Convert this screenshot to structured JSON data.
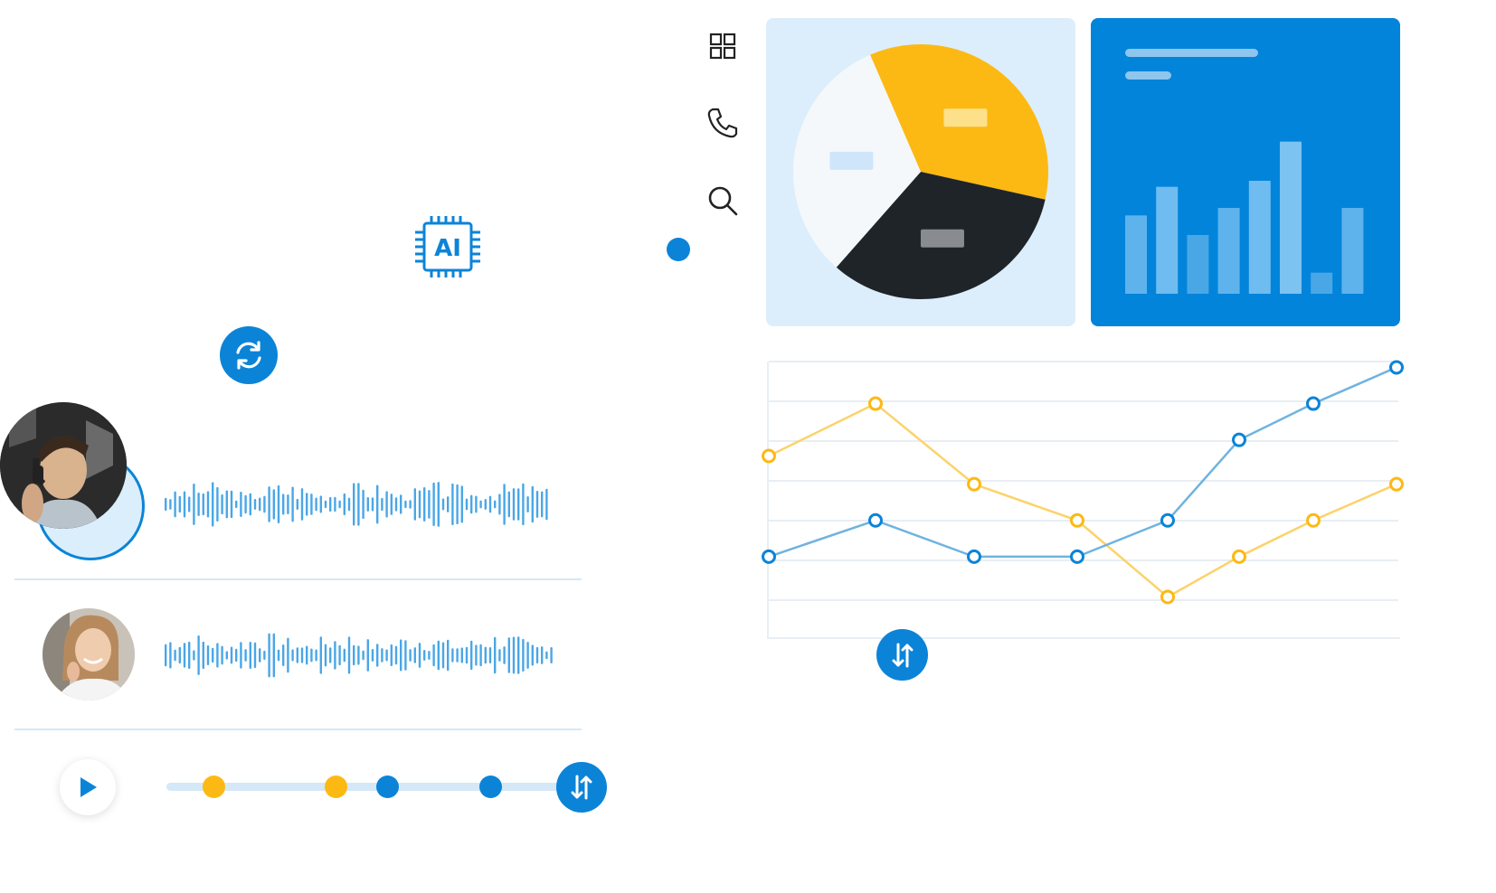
{
  "ai_chip": {
    "label": "AI"
  },
  "colors": {
    "accent": "#0b84d8",
    "yellow": "#fdb913",
    "dark": "#1f2428",
    "wave": "#4aa6e6",
    "light_blue": "#dceefb"
  },
  "icons": {
    "grid": "grid-icon",
    "phone": "phone-icon",
    "search": "search-icon",
    "refresh": "refresh-icon",
    "swap": "swap-arrows-icon",
    "play": "play-icon"
  },
  "chart_data": [
    {
      "type": "pie",
      "values": [
        35,
        33,
        32
      ],
      "colors": [
        "#fdb913",
        "#1f2428",
        "#f4f8fb"
      ]
    },
    {
      "type": "bar",
      "values": [
        5.2,
        7.1,
        3.9,
        5.7,
        7.5,
        10.1,
        1.4,
        5.7
      ],
      "ylim": [
        0,
        12
      ]
    },
    {
      "type": "line",
      "x": [
        0,
        1,
        2,
        3,
        4,
        5,
        6,
        7
      ],
      "series": [
        {
          "color": "#fdb913",
          "values": [
            4.5,
            5.8,
            3.8,
            2.9,
            1.0,
            2.0,
            2.9,
            3.8
          ]
        },
        {
          "color": "#0b84d8",
          "values": [
            2.0,
            2.9,
            2.0,
            2.0,
            2.9,
            4.9,
            5.8,
            6.7
          ]
        }
      ],
      "ylim": [
        0,
        6.8
      ]
    }
  ],
  "timeline": {
    "progress": 1.0,
    "markers": [
      {
        "color": "#fdb913",
        "position": 0.12
      },
      {
        "color": "#fdb913",
        "position": 0.43
      },
      {
        "color": "#0b84d8",
        "position": 0.56
      },
      {
        "color": "#0b84d8",
        "position": 0.82
      }
    ]
  }
}
